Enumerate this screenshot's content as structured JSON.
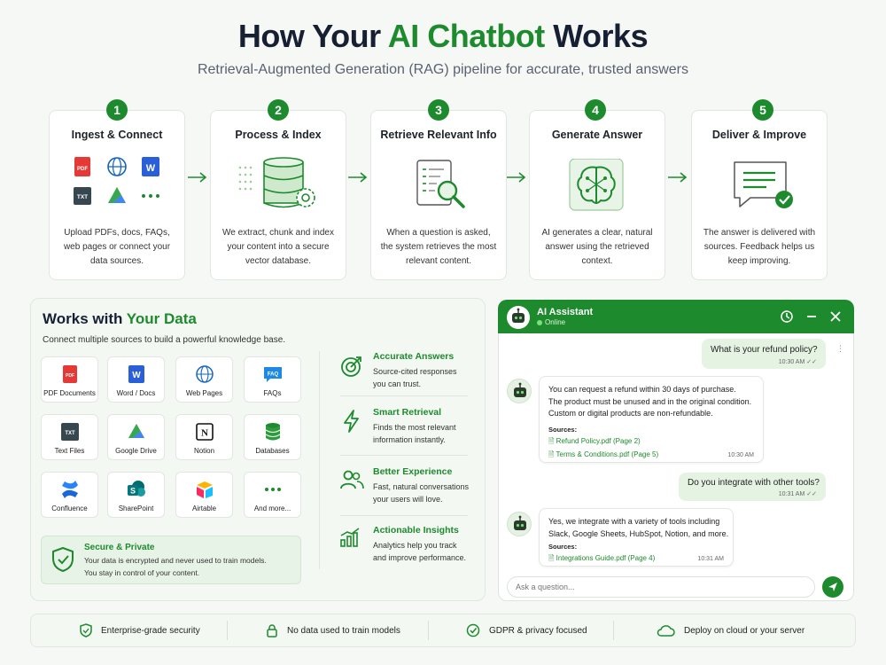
{
  "header": {
    "title_pre": "How Your ",
    "title_accent": "AI Chatbot",
    "title_post": " Works",
    "subtitle": "Retrieval-Augmented Generation (RAG) pipeline for accurate, trusted answers"
  },
  "steps": [
    {
      "num": "1",
      "title": "Ingest & Connect",
      "text": "Upload PDFs, docs, FAQs, web pages or connect your data sources."
    },
    {
      "num": "2",
      "title": "Process & Index",
      "text": "We extract, chunk and index your content into a secure vector database."
    },
    {
      "num": "3",
      "title": "Retrieve Relevant Info",
      "text": "When a question is asked, the system retrieves the most relevant content."
    },
    {
      "num": "4",
      "title": "Generate Answer",
      "text": "AI generates a clear, natural answer using the retrieved context."
    },
    {
      "num": "5",
      "title": "Deliver & Improve",
      "text": "The answer is delivered with sources. Feedback helps us keep improving."
    }
  ],
  "ingest_icons": {
    "pdf": "PDF",
    "txt": "TXT",
    "word": "W"
  },
  "data_panel": {
    "title_pre": "Works with ",
    "title_accent": "Your Data",
    "subtitle": "Connect multiple sources to build a powerful knowledge base.",
    "sources": [
      {
        "label": "PDF Documents",
        "icon": "pdf-icon",
        "glyph": "PDF"
      },
      {
        "label": "Word / Docs",
        "icon": "word-icon",
        "glyph": "W"
      },
      {
        "label": "Web Pages",
        "icon": "globe-icon",
        "glyph": ""
      },
      {
        "label": "FAQs",
        "icon": "faq-icon",
        "glyph": "FAQ"
      },
      {
        "label": "Text Files",
        "icon": "text-file-icon",
        "glyph": "TXT"
      },
      {
        "label": "Google Drive",
        "icon": "google-drive-icon",
        "glyph": ""
      },
      {
        "label": "Notion",
        "icon": "notion-icon",
        "glyph": "N"
      },
      {
        "label": "Databases",
        "icon": "database-icon",
        "glyph": ""
      },
      {
        "label": "Confluence",
        "icon": "confluence-icon",
        "glyph": ""
      },
      {
        "label": "SharePoint",
        "icon": "sharepoint-icon",
        "glyph": "S"
      },
      {
        "label": "Airtable",
        "icon": "airtable-icon",
        "glyph": ""
      },
      {
        "label": "And more...",
        "icon": "more-icon",
        "glyph": "•••"
      }
    ],
    "secure": {
      "title": "Secure & Private",
      "text1": "Your data is encrypted and never used to train models.",
      "text2": "You stay in control of your content."
    }
  },
  "features": [
    {
      "title": "Accurate Answers",
      "text1": "Source-cited responses",
      "text2": "you can trust."
    },
    {
      "title": "Smart Retrieval",
      "text1": "Finds the most relevant",
      "text2": "information instantly."
    },
    {
      "title": "Better Experience",
      "text1": "Fast, natural conversations",
      "text2": "your users will love."
    },
    {
      "title": "Actionable Insights",
      "text1": "Analytics help you track",
      "text2": "and improve performance."
    }
  ],
  "chat": {
    "name": "AI Assistant",
    "status": "Online",
    "msg1": {
      "text": "What is your refund policy?",
      "time": "10:30 AM"
    },
    "reply1": {
      "line1": "You can request a refund within 30 days of purchase.",
      "line2": "The product must be unused and in the original condition.",
      "line3": "Custom or digital products are non-refundable.",
      "sources_label": "Sources:",
      "src1": "Refund Policy.pdf (Page 2)",
      "src2": "Terms & Conditions.pdf (Page 5)",
      "time": "10:30 AM"
    },
    "msg2": {
      "text": "Do you integrate with other tools?",
      "time": "10:31 AM"
    },
    "reply2": {
      "line1": "Yes, we integrate with a variety of tools including",
      "line2": "Slack, Google Sheets, HubSpot, Notion, and more.",
      "sources_label": "Sources:",
      "src1": "Integrations Guide.pdf (Page 4)",
      "time": "10:31 AM"
    },
    "input_placeholder": "Ask a question..."
  },
  "footer": [
    {
      "label": "Enterprise-grade security"
    },
    {
      "label": "No data used to train models"
    },
    {
      "label": "GDPR & privacy focused"
    },
    {
      "label": "Deploy on cloud or your server"
    }
  ],
  "colors": {
    "brand": "#1e8a2e",
    "dark": "#172033"
  }
}
